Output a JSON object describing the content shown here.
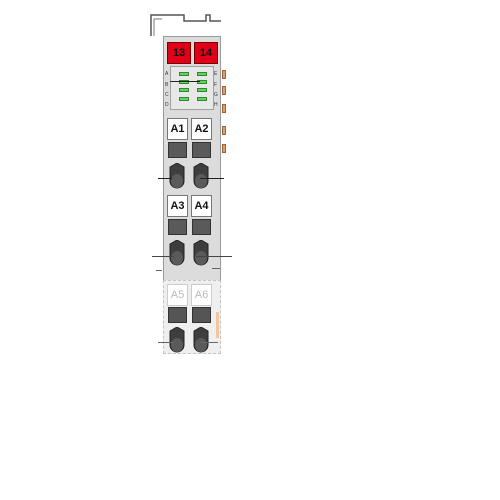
{
  "channels_top": [
    "13",
    "14"
  ],
  "led_letters_left": [
    "A",
    "B",
    "C",
    "D"
  ],
  "led_letters_right": [
    "E",
    "F",
    "G",
    "H"
  ],
  "row1": [
    "A1",
    "A2"
  ],
  "row2": [
    "A3",
    "A4"
  ],
  "row3": [
    "A5",
    "A6"
  ],
  "colors": {
    "red_cap": "#e0001a",
    "led_green": "#63d063",
    "housing": "#dcdcdc",
    "tab_orange": "#d8a070"
  }
}
